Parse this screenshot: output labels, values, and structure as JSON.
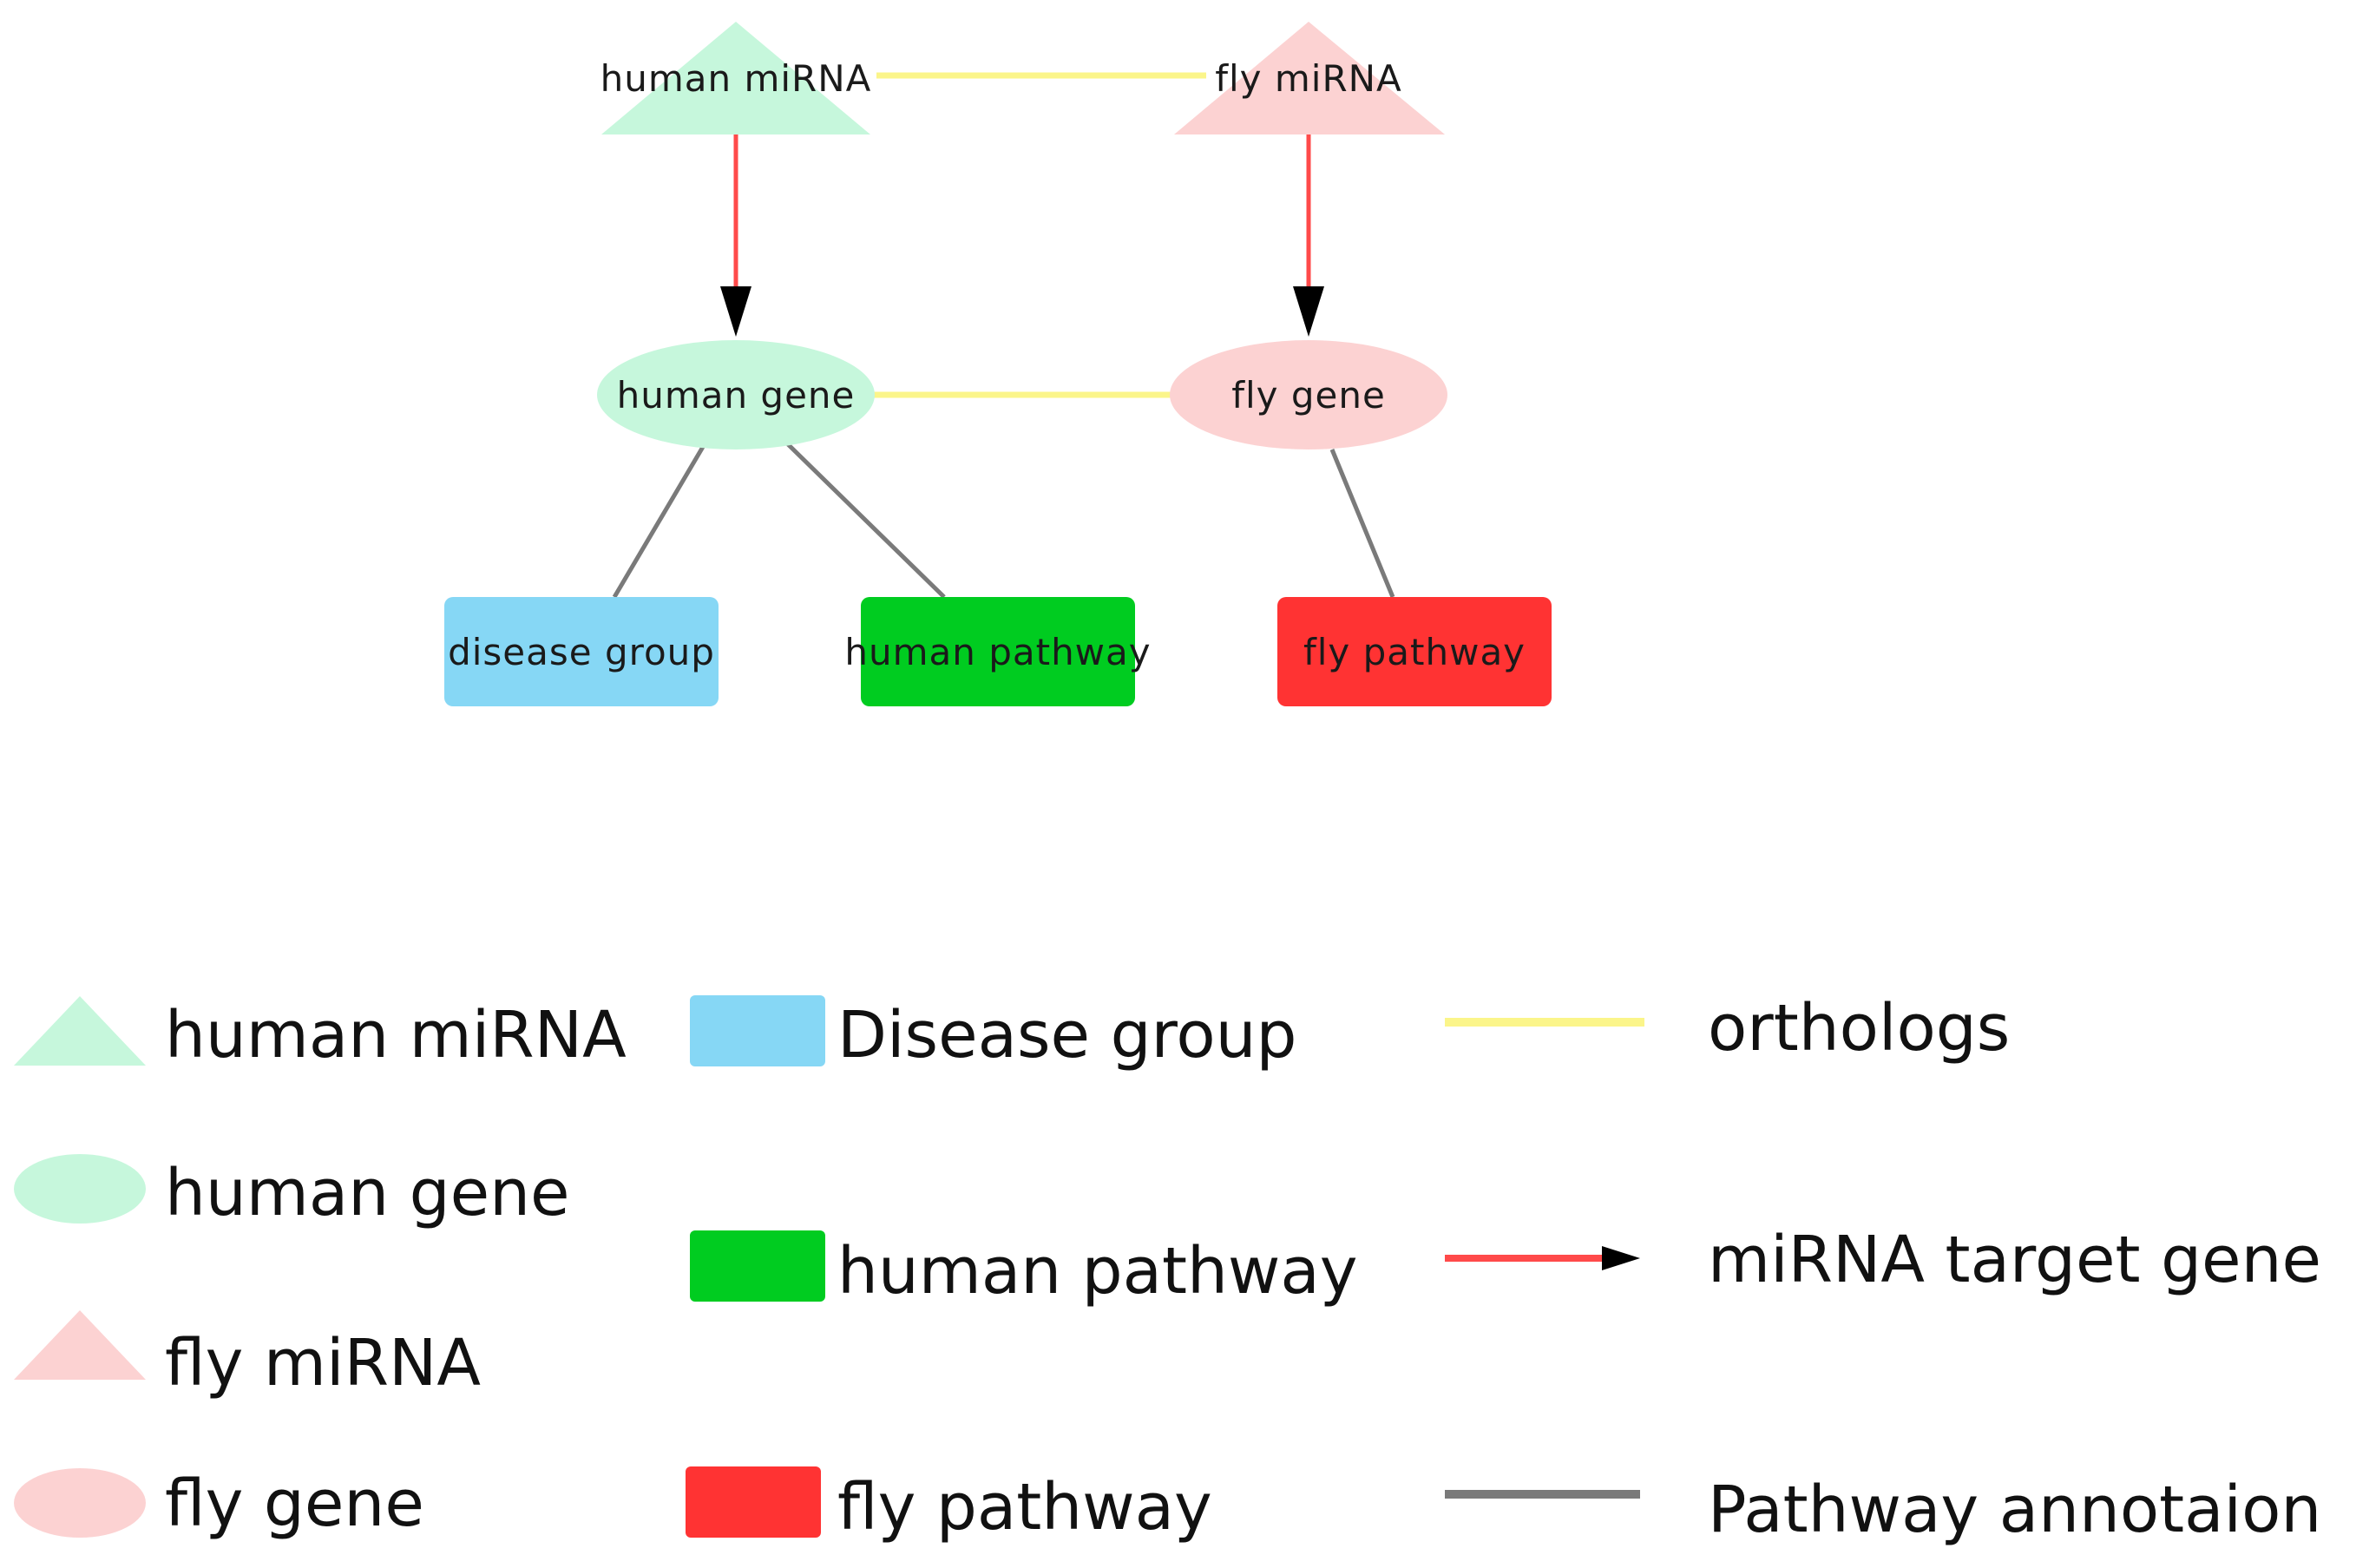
{
  "nodes": {
    "human_mirna": "human miRNA",
    "fly_mirna": "fly miRNA",
    "human_gene": "human gene",
    "fly_gene": "fly gene",
    "disease_group": "disease group",
    "human_pathway": "human pathway",
    "fly_pathway": "fly pathway"
  },
  "legend": {
    "human_mirna": "human miRNA",
    "human_gene": "human gene",
    "fly_mirna": "fly miRNA",
    "fly_gene": "fly gene",
    "disease_group": "Disease group",
    "human_pathway": "human pathway",
    "fly_pathway": "fly pathway",
    "orthologs": "orthologs",
    "mirna_target": "miRNA target gene",
    "pathway_annotation": "Pathway annotaion"
  },
  "colors": {
    "human_node": "#c6f7dc",
    "fly_node": "#fcd2d2",
    "disease_group": "#86d7f5",
    "human_pathway": "#00cc20",
    "fly_pathway": "#ff3333",
    "orthologs_edge": "#fbf58a",
    "target_edge": "#ff4a4a",
    "annotation_edge": "#7a7a7a",
    "arrowhead": "#000000"
  }
}
